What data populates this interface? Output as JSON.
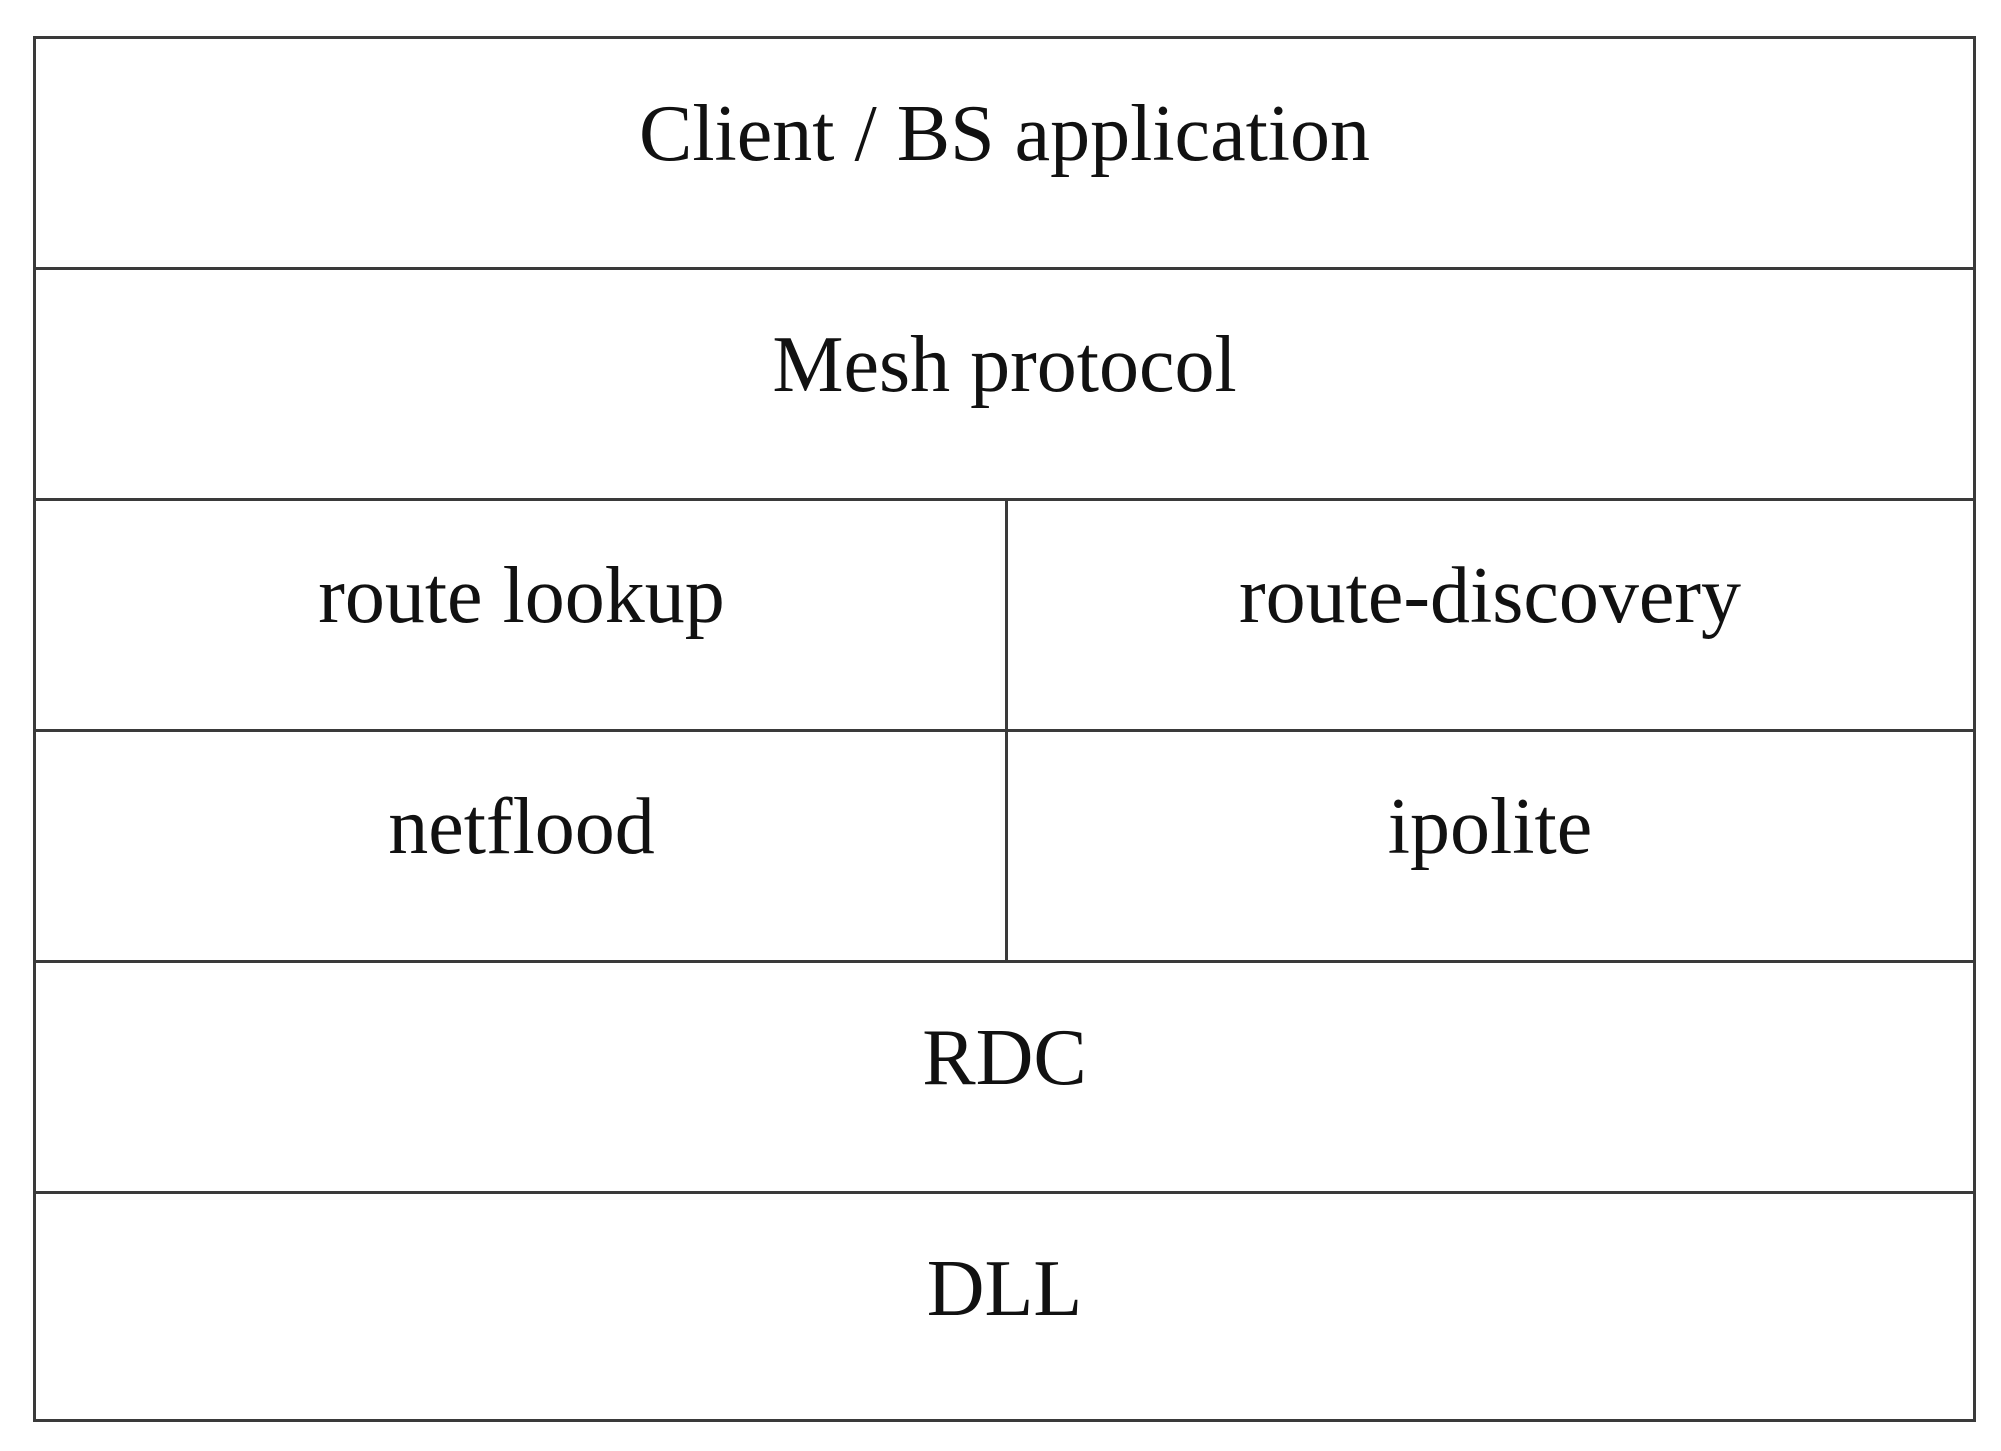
{
  "diagram": {
    "layers": {
      "application": "Client / BS application",
      "mesh": "Mesh protocol",
      "route_lookup": "route lookup",
      "route_discovery": "route-discovery",
      "netflood": "netflood",
      "ipolite": "ipolite",
      "rdc": "RDC",
      "dll": "DLL"
    }
  }
}
